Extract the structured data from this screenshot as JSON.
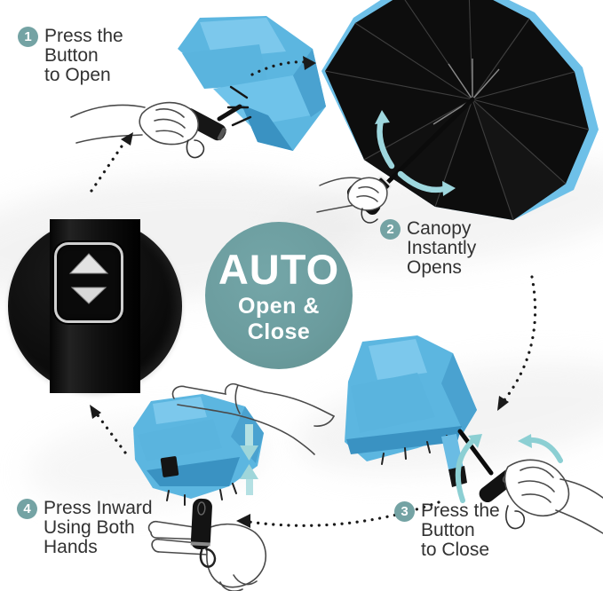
{
  "center_badge": {
    "title": "AUTO",
    "subtitle": "Open & Close"
  },
  "steps": [
    {
      "number": "1",
      "lines": [
        "Press the",
        "Button",
        "to Open"
      ]
    },
    {
      "number": "2",
      "lines": [
        "Canopy",
        "Instantly",
        "Opens"
      ]
    },
    {
      "number": "3",
      "lines": [
        "Press the",
        "Button",
        "to Close"
      ]
    },
    {
      "number": "4",
      "lines": [
        "Press Inward",
        "Using Both",
        "Hands"
      ]
    }
  ],
  "icons": {
    "open_button_icon": "up-arrow-triangle",
    "close_button_icon": "down-arrow-triangle",
    "flow_arrows": "dotted-arrow",
    "motion_arrows": "curved-teal-arrow"
  },
  "colors": {
    "accent_teal": "#6b9c9e",
    "badge_teal": "#74a3a4",
    "umbrella_blue": "#5cb6e0",
    "umbrella_blue_light": "#7cc8ec",
    "umbrella_blue_dark": "#3a92c2",
    "canopy_black": "#0d0d0d",
    "motion_arrow_teal": "#9ed7de",
    "text": "#323232"
  }
}
